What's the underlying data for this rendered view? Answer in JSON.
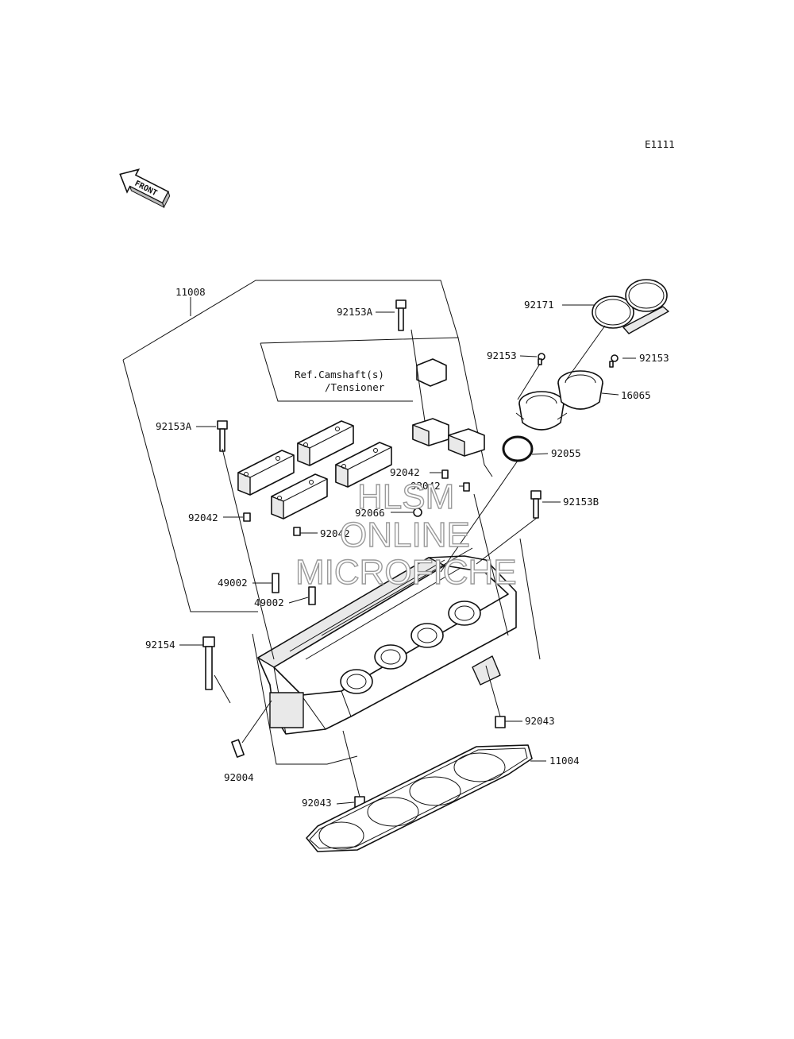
{
  "diagram_code": "E1111",
  "front_arrow_label": "FRONT",
  "reference_note": {
    "line1": "Ref.Camshaft(s)",
    "line2": "/Tensioner"
  },
  "watermark": {
    "line1": "HLSM",
    "line2": "ONLINE",
    "line3": "MICROFICHE"
  },
  "callouts": [
    {
      "key": "11008",
      "text": "11008"
    },
    {
      "key": "92153A_top",
      "text": "92153A"
    },
    {
      "key": "92171",
      "text": "92171"
    },
    {
      "key": "92153_left",
      "text": "92153"
    },
    {
      "key": "92153_right",
      "text": "92153"
    },
    {
      "key": "16065",
      "text": "16065"
    },
    {
      "key": "92153A_left",
      "text": "92153A"
    },
    {
      "key": "92055",
      "text": "92055"
    },
    {
      "key": "92042_a",
      "text": "92042"
    },
    {
      "key": "92042_b",
      "text": "92042"
    },
    {
      "key": "92066",
      "text": "92066"
    },
    {
      "key": "92153B",
      "text": "92153B"
    },
    {
      "key": "92042_c",
      "text": "92042"
    },
    {
      "key": "92042_d",
      "text": "92042"
    },
    {
      "key": "49002_a",
      "text": "49002"
    },
    {
      "key": "49002_b",
      "text": "49002"
    },
    {
      "key": "92154",
      "text": "92154"
    },
    {
      "key": "92043_right",
      "text": "92043"
    },
    {
      "key": "11004",
      "text": "11004"
    },
    {
      "key": "92004",
      "text": "92004"
    },
    {
      "key": "92043_bottom",
      "text": "92043"
    }
  ]
}
